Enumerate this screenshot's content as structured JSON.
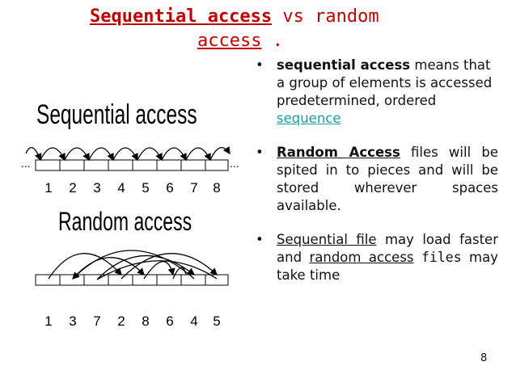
{
  "title": {
    "line1_bold": "Sequential access",
    "line1_rest": " vs random",
    "line2": "access",
    "line2_suffix": " ."
  },
  "diagram": {
    "seq_label": "Sequential access",
    "seq_numbers": [
      "1",
      "2",
      "3",
      "4",
      "5",
      "6",
      "7",
      "8"
    ],
    "ellipsis_left": "...",
    "ellipsis_right": "...",
    "rand_label": "Random access",
    "rand_numbers": [
      "1",
      "3",
      "7",
      "2",
      "8",
      "6",
      "4",
      "5"
    ]
  },
  "bullets": [
    {
      "marker": "•",
      "parts": [
        {
          "text": "sequential access",
          "bold": true
        },
        {
          "text": " means that a group of elements is accessed predetermined, ordered "
        },
        {
          "text": "sequence",
          "link": true
        }
      ]
    },
    {
      "marker": "•",
      "parts": [
        {
          "text": "Random Access",
          "bold": true,
          "underline": true
        },
        {
          "text": " files will be spited in to pieces and will be stored wherever spaces available."
        }
      ]
    },
    {
      "marker": "•",
      "parts": [
        {
          "text": "Sequential file",
          "underline": true
        },
        {
          "text": " may load faster and "
        },
        {
          "text": "random access",
          "underline": true
        },
        {
          "text": " "
        },
        {
          "text": "files",
          "mono": true
        },
        {
          "text": " may take time"
        }
      ]
    }
  ],
  "page_number": "8"
}
